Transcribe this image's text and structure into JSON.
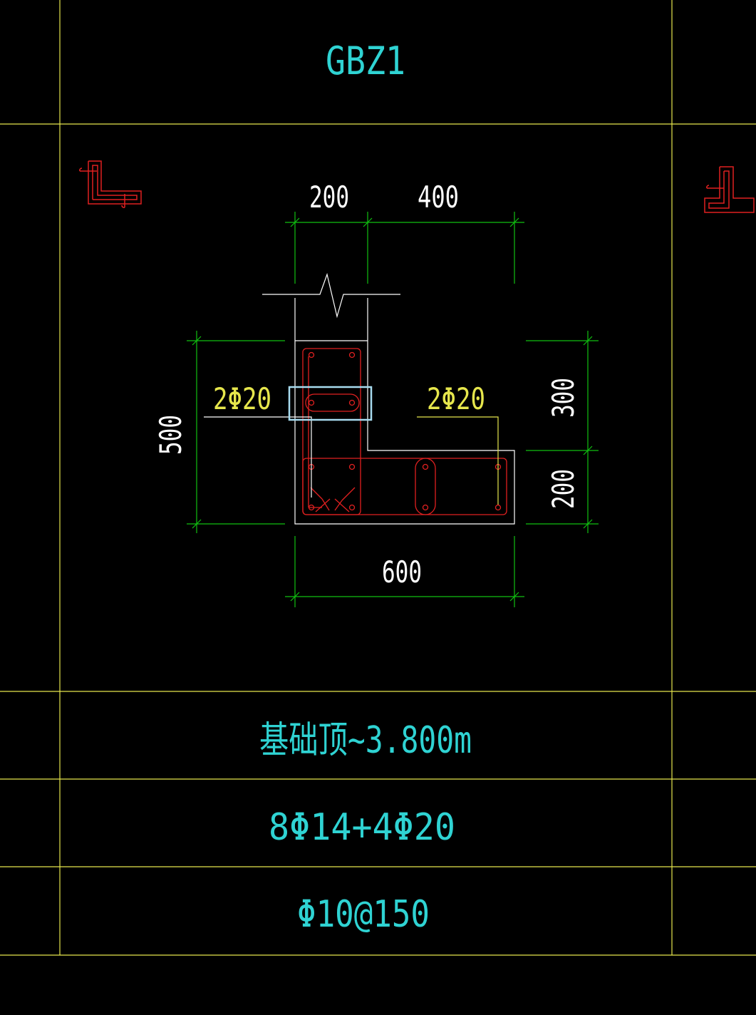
{
  "colors": {
    "background": "#000000",
    "grid": "#e6e64c",
    "title": "#2fd3d3",
    "dimension": "#10c010",
    "outline": "#ffffff",
    "rebar": "#e02020",
    "callout": "#e6e64c",
    "selection": "#a8dcf0"
  },
  "table": {
    "title": "GBZ1",
    "elevation": "基础顶~3.800m",
    "longitudinal_rebar": "8Φ14+4Φ20",
    "stirrup": "Φ10@150"
  },
  "section": {
    "dim_top_left": "200",
    "dim_top_right": "400",
    "dim_left": "500",
    "dim_right_upper": "300",
    "dim_right_lower": "200",
    "dim_bottom": "600",
    "callout_left": "2Φ20",
    "callout_right": "2Φ20"
  },
  "icons": {
    "left": "section-thumbnail-icon",
    "right": "section-thumbnail-icon"
  }
}
